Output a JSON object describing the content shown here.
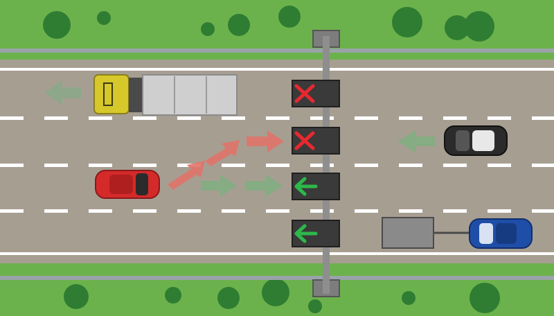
{
  "scene": {
    "lane_signals": [
      {
        "state": "closed",
        "symbol": "x"
      },
      {
        "state": "closed",
        "symbol": "x"
      },
      {
        "state": "open",
        "symbol": "arrow-left"
      },
      {
        "state": "open",
        "symbol": "arrow-left"
      }
    ],
    "vehicles": [
      {
        "kind": "truck",
        "color": "#d6c82a"
      },
      {
        "kind": "car",
        "color": "#d42a2a"
      },
      {
        "kind": "car",
        "color": "#2b2b2b"
      },
      {
        "kind": "car-with-trailer",
        "color": "#1f4ea8"
      }
    ],
    "colors": {
      "grass": "#6ab04c",
      "road": "#a79e92",
      "signal_closed": "#e8282e",
      "signal_open": "#2db84a",
      "arrow_red": "#e0736a",
      "arrow_green": "#7fae7f"
    }
  }
}
